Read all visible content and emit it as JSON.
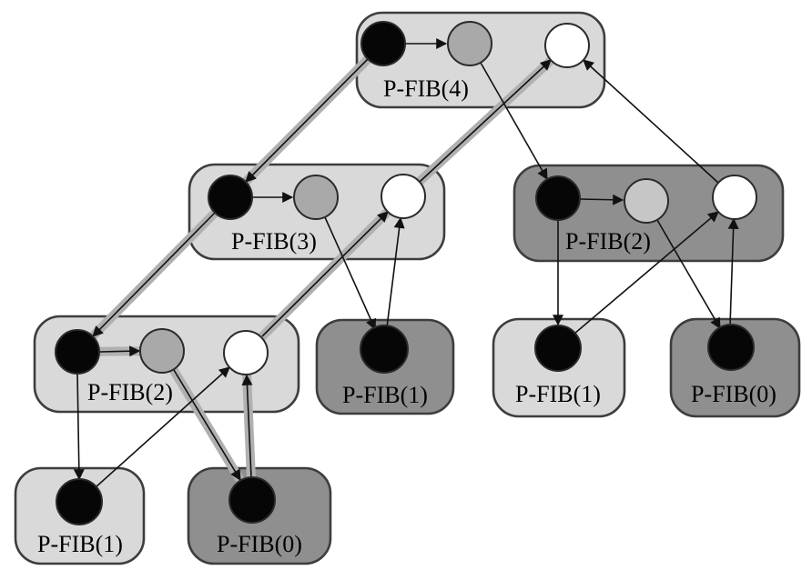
{
  "figure": {
    "description": "Computation DAG of P-FIB(4): procedure instances as rounded rectangles, strands as circles, with the critical path shown as shaded edges",
    "background": "#ffffff"
  },
  "colors": {
    "light_box": "#d9d9d9",
    "dark_box": "#8f8f8f",
    "box_border": "#3d3d3d",
    "strand_black": "#060606",
    "strand_gray": "#a9a9a9",
    "strand_gray_on_dark": "#c6c6c6",
    "strand_white": "#ffffff",
    "critical_band": "#b0b0b0",
    "edge_line": "#111111",
    "label_color": "#000000"
  },
  "boxes": [
    {
      "id": "p4",
      "label": "P-FIB(4)",
      "shade": "light",
      "strands": [
        "black",
        "gray",
        "white"
      ]
    },
    {
      "id": "p3",
      "label": "P-FIB(3)",
      "shade": "light",
      "strands": [
        "black",
        "gray",
        "white"
      ]
    },
    {
      "id": "p2r",
      "label": "P-FIB(2)",
      "shade": "dark",
      "strands": [
        "black",
        "gray",
        "white"
      ]
    },
    {
      "id": "p2l",
      "label": "P-FIB(2)",
      "shade": "light",
      "strands": [
        "black",
        "gray",
        "white"
      ]
    },
    {
      "id": "p1m",
      "label": "P-FIB(1)",
      "shade": "dark",
      "strands": [
        "black"
      ]
    },
    {
      "id": "p1l",
      "label": "P-FIB(1)",
      "shade": "light",
      "strands": [
        "black"
      ]
    },
    {
      "id": "p0l",
      "label": "P-FIB(0)",
      "shade": "dark",
      "strands": [
        "black"
      ]
    },
    {
      "id": "p1r",
      "label": "P-FIB(1)",
      "shade": "light",
      "strands": [
        "black"
      ]
    },
    {
      "id": "p0r",
      "label": "P-FIB(0)",
      "shade": "dark",
      "strands": [
        "black"
      ]
    }
  ],
  "edges": [
    {
      "from": "p4.black",
      "to": "p4.gray",
      "type": "continuation",
      "critical": false
    },
    {
      "from": "p4.black",
      "to": "p3.black",
      "type": "spawn",
      "critical": true
    },
    {
      "from": "p4.gray",
      "to": "p2r.black",
      "type": "call",
      "critical": false
    },
    {
      "from": "p3.white",
      "to": "p4.white",
      "type": "return",
      "critical": true
    },
    {
      "from": "p2r.white",
      "to": "p4.white",
      "type": "return",
      "critical": false
    },
    {
      "from": "p3.black",
      "to": "p3.gray",
      "type": "continuation",
      "critical": false
    },
    {
      "from": "p3.black",
      "to": "p2l.black",
      "type": "spawn",
      "critical": true
    },
    {
      "from": "p3.gray",
      "to": "p1m.black",
      "type": "call",
      "critical": false
    },
    {
      "from": "p1m.black",
      "to": "p3.white",
      "type": "return",
      "critical": false
    },
    {
      "from": "p2l.white",
      "to": "p3.white",
      "type": "return",
      "critical": true
    },
    {
      "from": "p2l.black",
      "to": "p2l.gray",
      "type": "continuation",
      "critical": true
    },
    {
      "from": "p2l.black",
      "to": "p1l.black",
      "type": "spawn",
      "critical": false
    },
    {
      "from": "p2l.gray",
      "to": "p0l.black",
      "type": "call",
      "critical": true
    },
    {
      "from": "p1l.black",
      "to": "p2l.white",
      "type": "return",
      "critical": false
    },
    {
      "from": "p0l.black",
      "to": "p2l.white",
      "type": "return",
      "critical": true
    },
    {
      "from": "p2r.black",
      "to": "p2r.gray",
      "type": "continuation",
      "critical": false
    },
    {
      "from": "p2r.black",
      "to": "p1r.black",
      "type": "spawn",
      "critical": false
    },
    {
      "from": "p2r.gray",
      "to": "p0r.black",
      "type": "call",
      "critical": false
    },
    {
      "from": "p1r.black",
      "to": "p2r.white",
      "type": "return",
      "critical": false
    },
    {
      "from": "p0r.black",
      "to": "p2r.white",
      "type": "return",
      "critical": false
    }
  ],
  "critical_path": [
    "p4.black",
    "p3.black",
    "p2l.black",
    "p2l.gray",
    "p0l.black",
    "p2l.white",
    "p3.white",
    "p4.white"
  ]
}
